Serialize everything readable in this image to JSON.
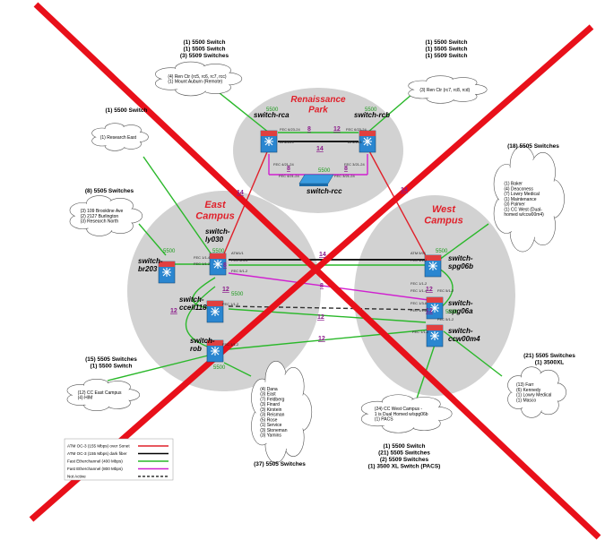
{
  "clusters": {
    "renaissance": "Renaissance\nPark",
    "east": "East\nCampus",
    "west": "West\nCampus"
  },
  "switches": {
    "rca": "switch-rca",
    "rcb": "switch-rcb",
    "rcc": "switch-rcc",
    "ly030": "switch-\nly030",
    "br203": "switch-\nbr203",
    "ccell118": "switch-\nccell118",
    "rob": "switch-\nrob",
    "spg06b": "switch-\nspg06b",
    "spg06a": "switch-\nspg06a",
    "ccw00m4": "switch-\nccw00m4"
  },
  "model_labels": {
    "m5500": "5500",
    "m5505": "5505"
  },
  "link_counts": {
    "v8": "8",
    "v12": "12",
    "v14": "14"
  },
  "port_labels": {
    "atm1": "ATM1/1",
    "atm101": "ATM10/1",
    "atm501": "ATM 5/01",
    "fec": "FEC 6/23-24",
    "fec4": "FEC 4/21-24",
    "fec5": "FEC 3/21-24",
    "fec14": "FEC 1/1-4",
    "fec12": "FEC 1/1-2",
    "fec56": "FEC 5/1-2",
    "fec34": "FEC 5/3-4",
    "fec13": "FEC 1/3-6"
  },
  "callouts": {
    "rca_hdr": "(1) 5500 Switch\n(1) 5505 Switch\n(3) 5509 Switches",
    "rca_cloud": "(4) Ren Ctr (rc5, rc6, rc7, rcc)\n(1) Mount Auburn (Remote)",
    "rcb_hdr": "(1) 5500 Switch\n(1) 5505 Switch\n(1) 5509 Switch",
    "rcb_cloud": "(3) Ren Ctr (rc7, rc8, rcd)",
    "re_hdr": "(1) 5500 Switch",
    "re_cloud": "(1) Research East",
    "br_hdr": "(8) 5505 Switches",
    "br_cloud": "(3) 109 Brookline Ave\n(2) 2127 Burlington\n(3) Research North",
    "ce_hdr": "(15) 5505 Switches\n(1) 5500 Switch",
    "ce_cloud": "(12) CC East Campus\n(4) HIM",
    "list_cloud": "(4) Dana\n(3) East\n(7) Feldberg\n(3) Finard\n(3) Kirstein\n(3) Reisman\n(5) Rose\n(1) Service\n(3) Stoneman\n(3) Yamins",
    "list_hdr": "(37) 5505 Switches",
    "west_hdr": "(18) 5505 Switches",
    "west_cloud": "(1) Baker\n(4) Deaconess\n(7) Lowry Medical\n(1) Maintenance\n(3) Palmer\n(1) CC West (Dual-\nhomed w/ccw00m4)",
    "cw_cloud": "(24) CC West Campus -\n1 is Dual Homed w/spg06b\n(1) PACS",
    "cw_hdr": "(1) 5500 Switch\n(21) 5505 Switches\n(2) 5509 Switches\n(1) 3500 XL Switch (PACS)",
    "xl_hdr": "(21) 5505 Switches\n(1) 3500XL",
    "xl_cloud": "(13) Farr\n(6) Kennedy\n(1) Lowry Medical\n(1) Masco"
  },
  "legend": [
    {
      "label": "ATM OC-3 (155 Mbps) over Sonet",
      "color": "#e0202a",
      "dash": false
    },
    {
      "label": "ATM OC-3 (155 Mbps) dark fiber",
      "color": "#000000",
      "dash": false
    },
    {
      "label": "Fast Etherchannel (400 Mbps)",
      "color": "#2ab82a",
      "dash": false
    },
    {
      "label": "Fast Etherchannel (800 Mbps)",
      "color": "#d020d0",
      "dash": false
    },
    {
      "label": "Not Active",
      "color": "#333333",
      "dash": true
    }
  ],
  "colors": {
    "cross": "#e8101a",
    "cluster": "#d2d2d2",
    "green": "#2ab82a",
    "magenta": "#d020d0",
    "atm": "#e0202a"
  },
  "icons": {
    "router": "router-icon",
    "cloud": "cloud-icon",
    "flat_switch": "switch-icon"
  }
}
